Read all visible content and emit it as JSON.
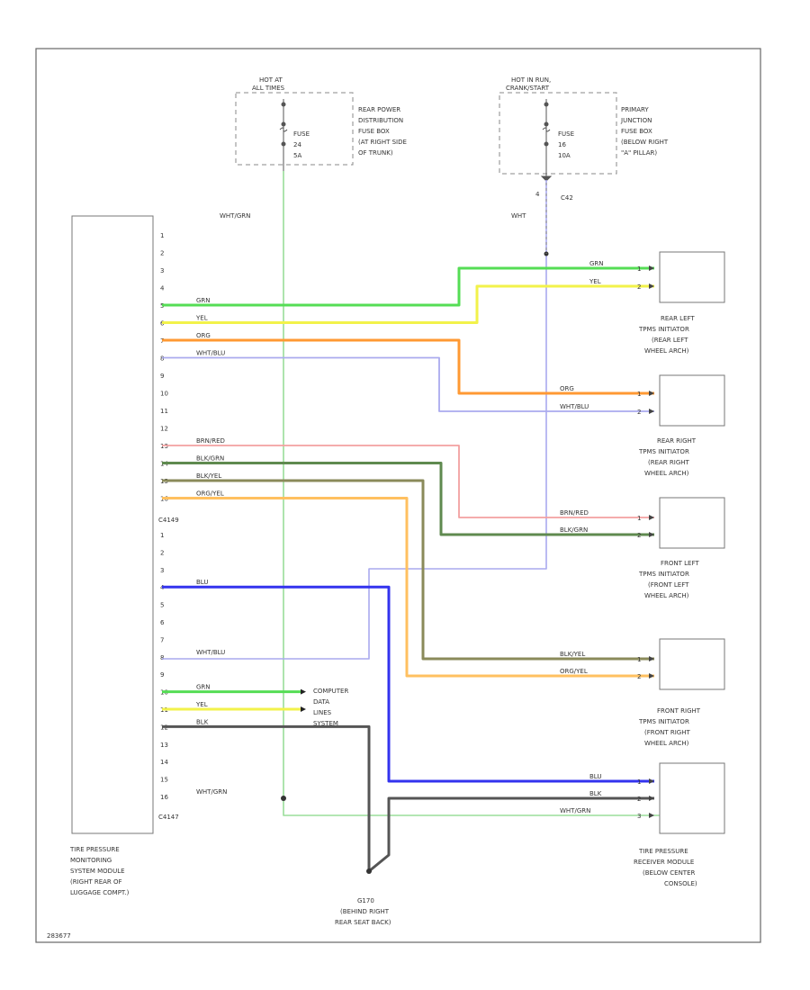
{
  "fuse_boxes": {
    "rear": {
      "hot_lines": [
        "HOT AT",
        "ALL TIMES"
      ],
      "fuse_lines": [
        "FUSE",
        "24",
        "5A"
      ],
      "location_lines": [
        "REAR POWER",
        "DISTRIBUTION",
        "FUSE BOX",
        "(AT RIGHT SIDE",
        "OF TRUNK)"
      ]
    },
    "primary": {
      "hot_lines": [
        "HOT IN RUN,",
        "CRANK/START"
      ],
      "fuse_lines": [
        "FUSE",
        "16",
        "10A"
      ],
      "location_lines": [
        "PRIMARY",
        "JUNCTION",
        "FUSE BOX",
        "(BELOW RIGHT",
        "\"A\" PILLAR)"
      ]
    }
  },
  "wire_labels": {
    "rear_feed": "WHT/GRN",
    "run_feed": "WHT",
    "c42": "C42",
    "c42_pin": "4"
  },
  "module": {
    "name_lines": [
      "TIRE PRESSURE",
      "MONITORING",
      "SYSTEM MODULE",
      "(RIGHT REAR OF",
      "LUGGAGE COMPT.)"
    ],
    "conn_a": "C4149",
    "conn_b": "C4147",
    "pins_a": [
      "1",
      "2",
      "3",
      "4",
      "5",
      "6",
      "7",
      "8",
      "9",
      "10",
      "11",
      "12",
      "13",
      "14",
      "15",
      "16"
    ],
    "pins_b": [
      "1",
      "2",
      "3",
      "4",
      "5",
      "6",
      "7",
      "8",
      "9",
      "10",
      "11",
      "12",
      "13",
      "14",
      "15",
      "16"
    ]
  },
  "wires_a": [
    {
      "pin_row": 4,
      "label": "GRN"
    },
    {
      "pin_row": 5,
      "label": "YEL"
    },
    {
      "pin_row": 6,
      "label": "ORG"
    },
    {
      "pin_row": 7,
      "label": "WHT/BLU"
    },
    {
      "pin_row": 12,
      "label": "BRN/RED"
    },
    {
      "pin_row": 13,
      "label": "BLK/GRN"
    },
    {
      "pin_row": 14,
      "label": "BLK/YEL"
    },
    {
      "pin_row": 15,
      "label": "ORG/YEL"
    }
  ],
  "wires_b": [
    {
      "pin_row": 3,
      "label": "BLU"
    },
    {
      "pin_row": 7,
      "label": "WHT/BLU"
    },
    {
      "pin_row": 9,
      "label": "GRN"
    },
    {
      "pin_row": 10,
      "label": "YEL"
    },
    {
      "pin_row": 11,
      "label": "BLK"
    },
    {
      "pin_row": 15,
      "label": "WHT/GRN"
    }
  ],
  "computer_data_lines": [
    "COMPUTER",
    "DATA",
    "LINES",
    "SYSTEM"
  ],
  "ground": {
    "name": "G170",
    "location_lines": [
      "(BEHIND RIGHT",
      "REAR SEAT BACK)"
    ]
  },
  "initiators": [
    {
      "name_lines": [
        "REAR LEFT",
        "TPMS INITIATOR",
        "(REAR LEFT",
        "WHEEL ARCH)"
      ],
      "wires": [
        {
          "pin": "1",
          "label": "GRN"
        },
        {
          "pin": "2",
          "label": "YEL"
        }
      ]
    },
    {
      "name_lines": [
        "REAR RIGHT",
        "TPMS INITIATOR",
        "(REAR RIGHT",
        "WHEEL ARCH)"
      ],
      "wires": [
        {
          "pin": "1",
          "label": "ORG"
        },
        {
          "pin": "2",
          "label": "WHT/BLU"
        }
      ]
    },
    {
      "name_lines": [
        "FRONT LEFT",
        "TPMS INITIATOR",
        "(FRONT LEFT",
        "WHEEL ARCH)"
      ],
      "wires": [
        {
          "pin": "1",
          "label": "BRN/RED"
        },
        {
          "pin": "2",
          "label": "BLK/GRN"
        }
      ]
    },
    {
      "name_lines": [
        "FRONT RIGHT",
        "TPMS INITIATOR",
        "(FRONT RIGHT",
        "WHEEL ARCH)"
      ],
      "wires": [
        {
          "pin": "1",
          "label": "BLK/YEL"
        },
        {
          "pin": "2",
          "label": "ORG/YEL"
        }
      ]
    }
  ],
  "receiver": {
    "name_lines": [
      "TIRE PRESSURE",
      "RECEIVER MODULE",
      "(BELOW CENTER",
      "CONSOLE)"
    ],
    "wires": [
      {
        "pin": "1",
        "label": "BLU"
      },
      {
        "pin": "2",
        "label": "BLK"
      },
      {
        "pin": "3",
        "label": "WHT/GRN"
      }
    ]
  },
  "footer_code": "283677",
  "colors": {
    "grn": "#55dd55",
    "yel": "#f2f24a",
    "org": "#ff9933",
    "wht_blu": "#aaaaee",
    "brn_red": "#f2a0a0",
    "blk_grn": "#5f8a4f",
    "blk_yel": "#8a8a5a",
    "org_yel": "#ffc060",
    "blu": "#3333ee",
    "blk": "#555555",
    "wht_grn": "#9ade9a",
    "text": "#333333",
    "frame": "#666666"
  }
}
